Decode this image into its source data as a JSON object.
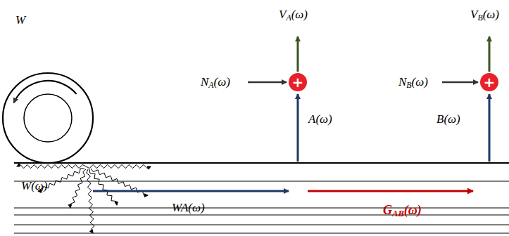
{
  "diagram": {
    "nodes": [
      {
        "text": [
          "+"
        ]
      },
      {
        "text": [
          "+"
        ]
      }
    ],
    "labels": [
      "W",
      "VA(ω)",
      "VB(ω)",
      "NA(ω)",
      "NB(ω)",
      "A(ω)",
      "B(ω)",
      "W(ω)",
      "WA(ω)",
      "GAB(ω)"
    ]
  }
}
